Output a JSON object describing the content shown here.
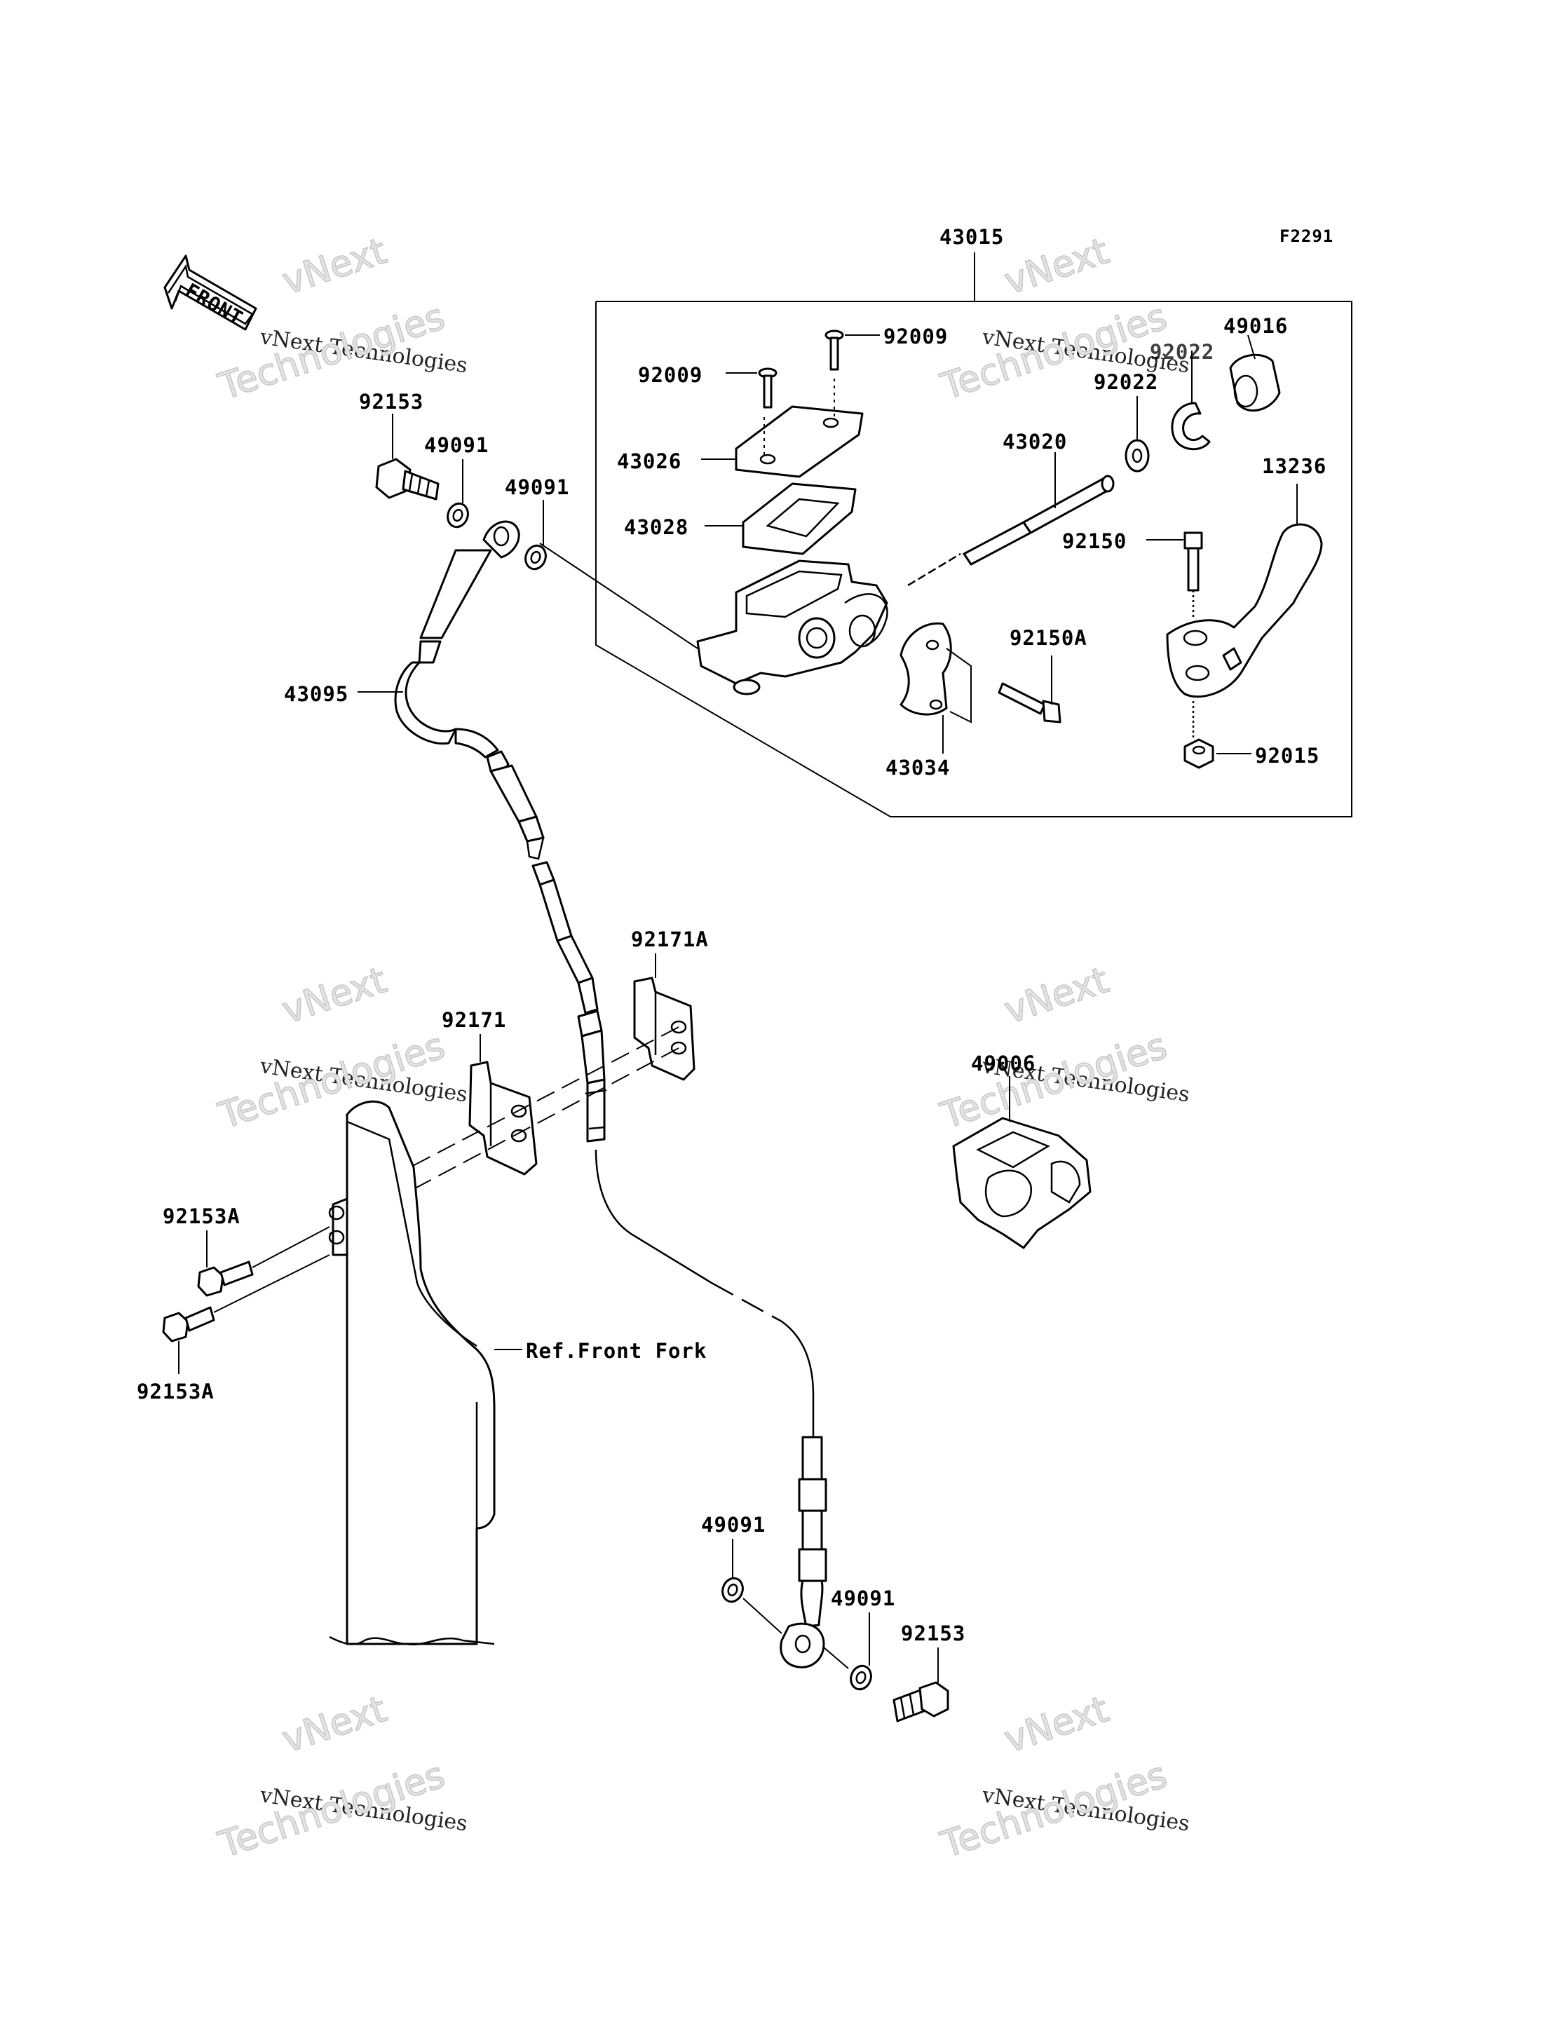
{
  "figure_code": "F2291",
  "front_label": "FRONT",
  "reference_label": "Ref.Front Fork",
  "part_labels": {
    "assembly": "43015",
    "screw_upper": "92009",
    "screw_lower": "92009",
    "cap": "43026",
    "diaphragm": "43028",
    "piston_kit": "43020",
    "cover_49016": "49016",
    "washer_92022_upper": "92022",
    "washer_92022": "92022",
    "lever": "13236",
    "bolt_92150": "92150",
    "bolt_92150A": "92150A",
    "clamp": "43034",
    "nut": "92015",
    "banjo_bolt_top": "92153",
    "gasket_top_left": "49091",
    "gasket_top_right": "49091",
    "brake_hose": "43095",
    "clamp_92171A": "92171A",
    "clamp_92171": "92171",
    "bolt_92153A_upper": "92153A",
    "bolt_92153A_lower": "92153A",
    "guard_49006": "49006",
    "gasket_bottom_left": "49091",
    "gasket_bottom_right": "49091",
    "banjo_bolt_bottom": "92153"
  },
  "watermarks": [
    {
      "line1": "vNext",
      "line2": "vNext Technologies",
      "line3": "Technologies"
    },
    {
      "line1": "vNext",
      "line2": "vNext Technologies",
      "line3": "Technologies"
    },
    {
      "line1": "vNext",
      "line2": "vNext Technologies",
      "line3": "Technologies"
    },
    {
      "line1": "vNext",
      "line2": "vNext Technologies",
      "line3": "Technologies"
    },
    {
      "line1": "vNext",
      "line2": "vNext Technologies",
      "line3": "Technologies"
    },
    {
      "line1": "vNext",
      "line2": "vNext Technologies",
      "line3": "Technologies"
    }
  ]
}
